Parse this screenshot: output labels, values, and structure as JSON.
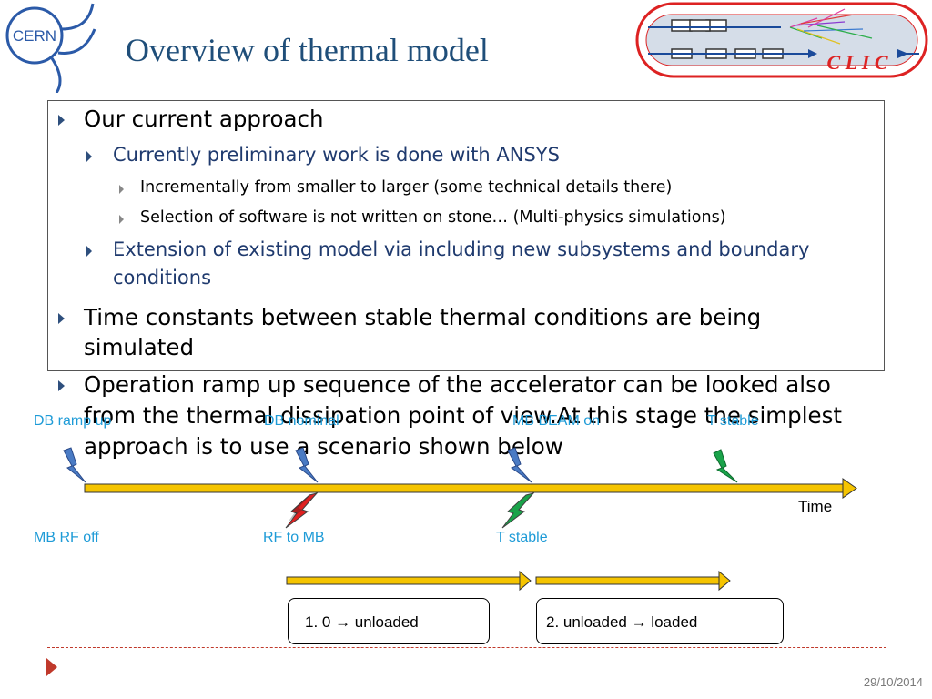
{
  "header": {
    "title": "Overview of thermal model",
    "cern_logo_text": "CERN",
    "clic_logo_text": "C L I C"
  },
  "bullets": {
    "b1": "Our current approach",
    "b1_1": "Currently preliminary work is done with ANSYS",
    "b1_1_1": "Incrementally from smaller to larger (some technical details there)",
    "b1_1_2": "Selection of software is not written on stone… (Multi-physics simulations)",
    "b1_2_line1": "Extension of existing model via including new subsystems and boundary",
    "b1_2_line2": "conditions",
    "b2_line1": "Time constants between stable thermal conditions are being",
    "b2_line2": "simulated",
    "b3_line1": "Operation ramp up sequence of the accelerator can be looked also",
    "b3_line2": "from the thermal dissipation point of view.At this stage the simplest",
    "b3_line3": "approach is to use a scenario shown below"
  },
  "timeline": {
    "top_labels": [
      "DB ramp up",
      "DB nominal",
      "MB BEAM on",
      "T stable"
    ],
    "bottom_labels": [
      "MB RF off",
      "RF to MB",
      "T stable"
    ],
    "axis_label": "Time",
    "phase1_label": "1. 0 → unloaded",
    "phase2_label": "2. unloaded → loaded"
  },
  "footer": {
    "date": "29/10/2014"
  },
  "colors": {
    "title": "#1f4e79",
    "label_blue": "#1e9bd7",
    "arrow_yellow": "#f5c400",
    "bolt_blue": "#4a7bc4",
    "bolt_green": "#1aa34a",
    "bolt_red": "#e02020",
    "accent_red": "#c0392b"
  }
}
